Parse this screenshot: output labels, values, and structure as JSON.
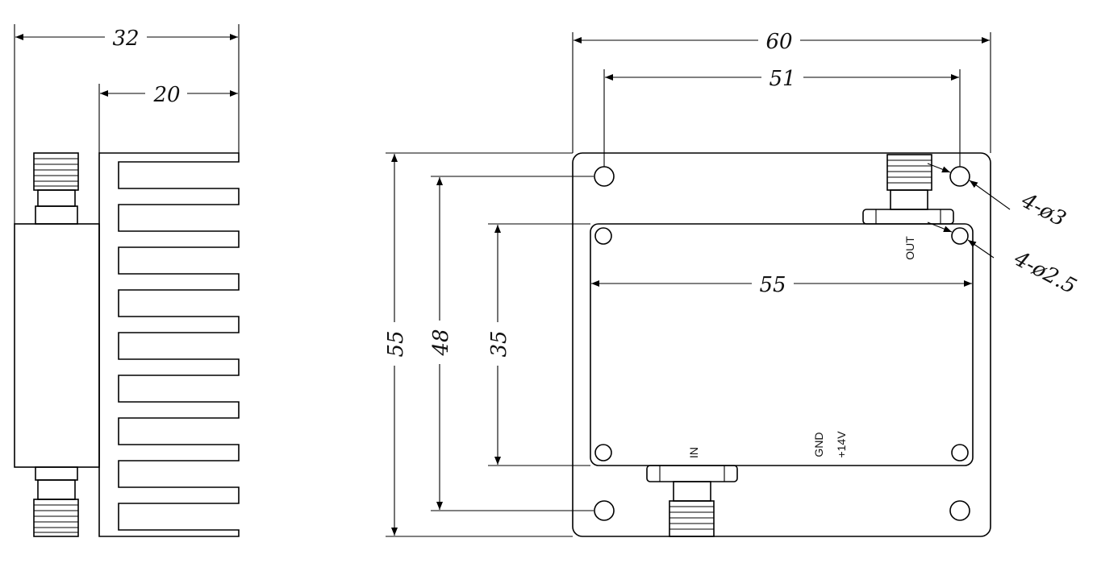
{
  "dimensions": {
    "side_width": "32",
    "side_fin_depth": "20",
    "top_width": "60",
    "top_hole_spacing": "51",
    "top_height": "55",
    "top_hole_spacing_v": "48",
    "inner_height": "35",
    "inner_width": "55"
  },
  "callouts": {
    "large_holes": "4-ø3",
    "small_holes": "4-ø2.5"
  },
  "labels": {
    "out": "OUT",
    "in": "IN",
    "gnd": "GND",
    "power": "+14V"
  }
}
